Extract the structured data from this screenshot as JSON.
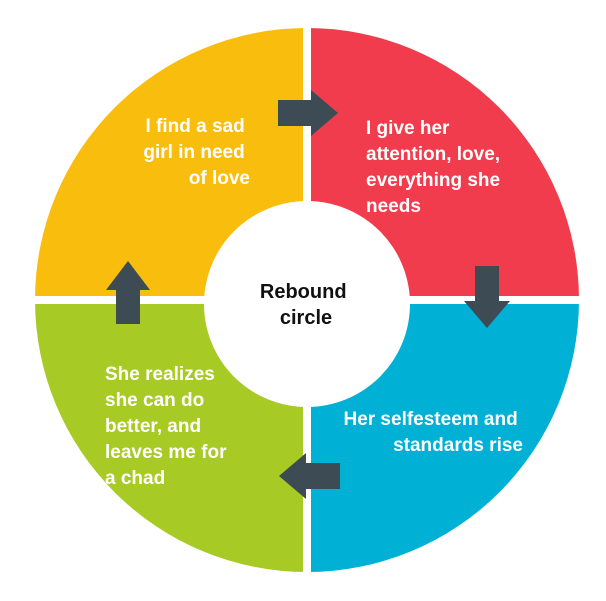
{
  "center": {
    "line1": "Rebound",
    "line2": "circle"
  },
  "steps": [
    {
      "position": "top-left",
      "color": "#F9BD0E",
      "lines": [
        "I find a sad",
        "girl in need",
        "of love"
      ]
    },
    {
      "position": "top-right",
      "color": "#F03C4C",
      "lines": [
        "I give her",
        "attention, love,",
        "everything she",
        "needs"
      ]
    },
    {
      "position": "bottom-right",
      "color": "#00B0D5",
      "lines": [
        "Her selfesteem and",
        "standards rise"
      ]
    },
    {
      "position": "bottom-left",
      "color": "#A8CA24",
      "lines": [
        "She realizes",
        "she can do",
        "better, and",
        "leaves me for",
        "a chad"
      ]
    }
  ],
  "colors": {
    "arrow": "#3D4B55",
    "center_fill": "#FFFFFF",
    "divider": "#FFFFFF"
  },
  "arrows": [
    {
      "name": "arrow-right-icon",
      "direction": "right"
    },
    {
      "name": "arrow-down-icon",
      "direction": "down"
    },
    {
      "name": "arrow-left-icon",
      "direction": "left"
    },
    {
      "name": "arrow-up-icon",
      "direction": "up"
    }
  ]
}
